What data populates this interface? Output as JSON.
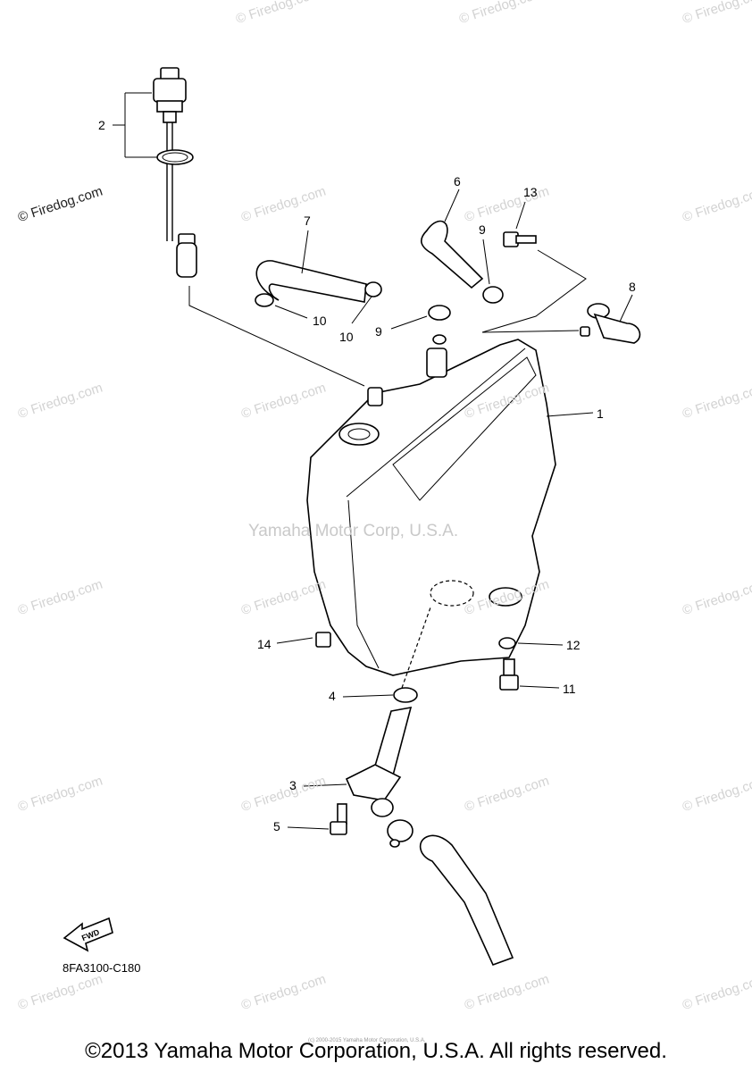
{
  "watermark": {
    "text": "© Firedog.com"
  },
  "center_watermark": "Yamaha Motor Corp, U.S.A.",
  "callouts": [
    {
      "id": "1",
      "text": "1"
    },
    {
      "id": "2",
      "text": "2"
    },
    {
      "id": "3",
      "text": "3"
    },
    {
      "id": "4",
      "text": "4"
    },
    {
      "id": "5",
      "text": "5"
    },
    {
      "id": "6",
      "text": "6"
    },
    {
      "id": "7",
      "text": "7"
    },
    {
      "id": "8",
      "text": "8"
    },
    {
      "id": "9a",
      "text": "9"
    },
    {
      "id": "9b",
      "text": "9"
    },
    {
      "id": "10a",
      "text": "10"
    },
    {
      "id": "10b",
      "text": "10"
    },
    {
      "id": "11",
      "text": "11"
    },
    {
      "id": "12",
      "text": "12"
    },
    {
      "id": "13",
      "text": "13"
    },
    {
      "id": "14",
      "text": "14"
    }
  ],
  "fwd_label": "FWD",
  "diagram_code": "8FA3100-C180",
  "tiny_note": "(c) 2000-2015 Yamaha Motor Corporation, U.S.A.",
  "copyright": "©2013 Yamaha Motor Corporation, U.S.A. All rights reserved."
}
